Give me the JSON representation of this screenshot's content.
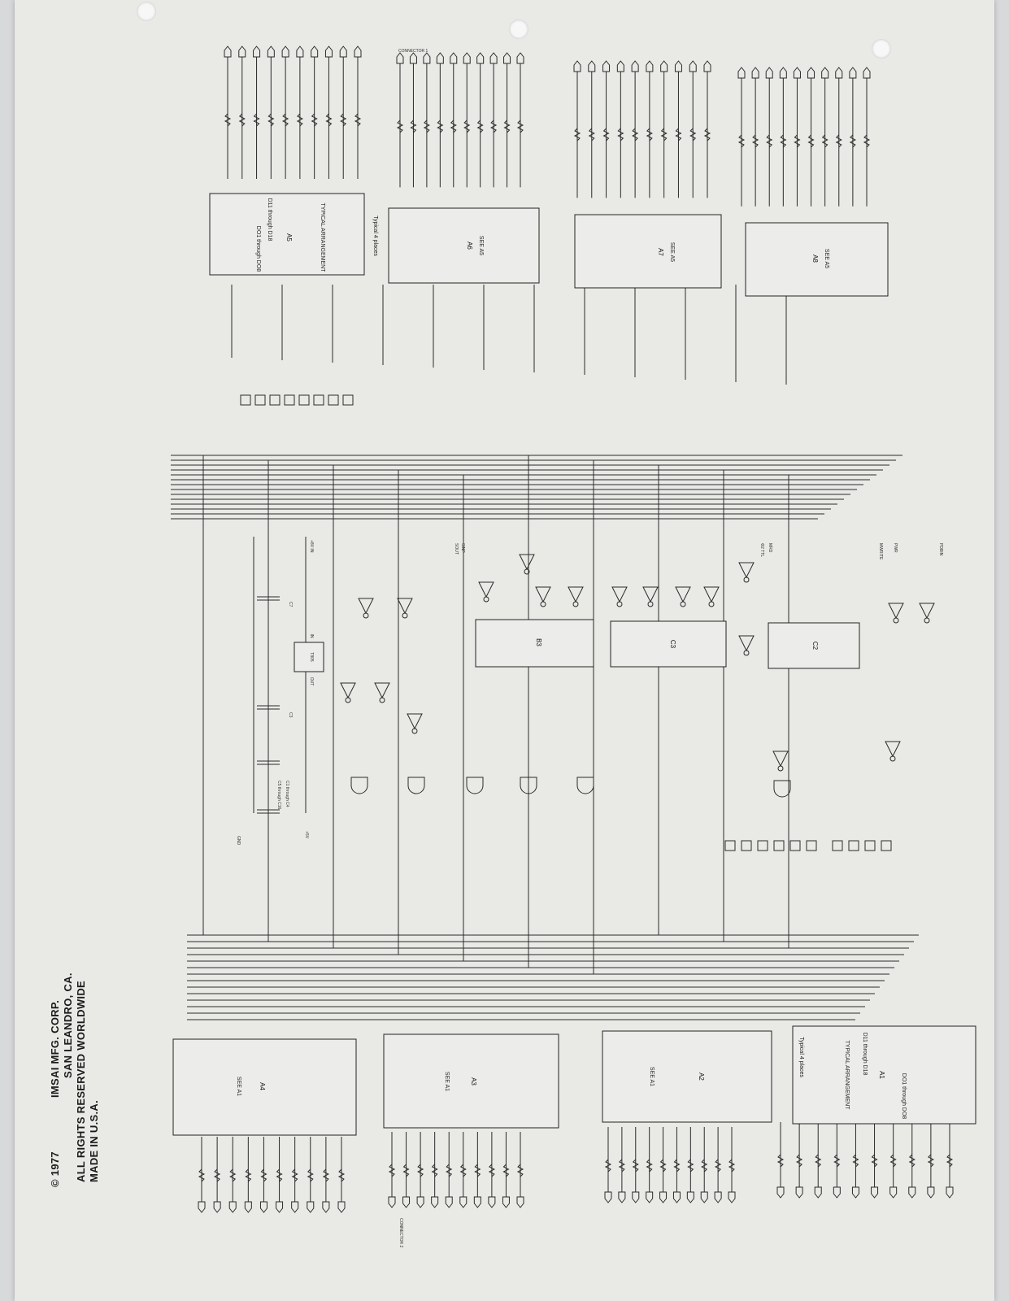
{
  "connectors": {
    "top": "CONNECTOR 1",
    "bottom": "CONNECTOR 2"
  },
  "blocks": {
    "A5": {
      "name": "A5",
      "note": "TYPICAL ARRANGEMENT",
      "range_top": "D11 through D18",
      "range_bottom": "DO1 through DO8",
      "placed": "Typical 4 places"
    },
    "A6": {
      "name": "A6",
      "note": "SEE A5"
    },
    "A7": {
      "name": "A7",
      "note": "SEE A5"
    },
    "A8": {
      "name": "A8",
      "note": "SEE A5"
    },
    "A1": {
      "name": "A1",
      "note": "TYPICAL ARRANGEMENT",
      "range_top": "D11 through D18",
      "range_bottom": "DO1 through DO8",
      "placed": "Typical 4 places"
    },
    "A2": {
      "name": "A2",
      "note": "SEE A1"
    },
    "A3": {
      "name": "A3",
      "note": "SEE A1"
    },
    "A4": {
      "name": "A4",
      "note": "SEE A1"
    },
    "B3": {
      "name": "B3"
    },
    "C3": {
      "name": "C3"
    },
    "C2": {
      "name": "C2"
    },
    "T805": {
      "name": "T805",
      "in": "IN",
      "out": "OUT"
    }
  },
  "signals": {
    "plus8v": "+8V IN",
    "plus5v": "+5V",
    "gnd": "GND",
    "c1c4": "C1 through C4",
    "c5c16": "C5 through C16",
    "c7": "C7",
    "c3": "C3",
    "pdbin": "PDBIN",
    "pwr": "PWR",
    "mwrite": "MWRITE",
    "sinp": "SINP",
    "sout": "SOUT",
    "phase": "Φ2 TTL",
    "mrd": "MRD"
  },
  "credits": {
    "copyright": "© 1977",
    "company": "IMSAI MFG. CORP.",
    "city": "SAN LEANDRO, CA.",
    "rights": "ALL RIGHTS RESERVED WORLDWIDE",
    "made": "MADE IN U.S.A."
  }
}
